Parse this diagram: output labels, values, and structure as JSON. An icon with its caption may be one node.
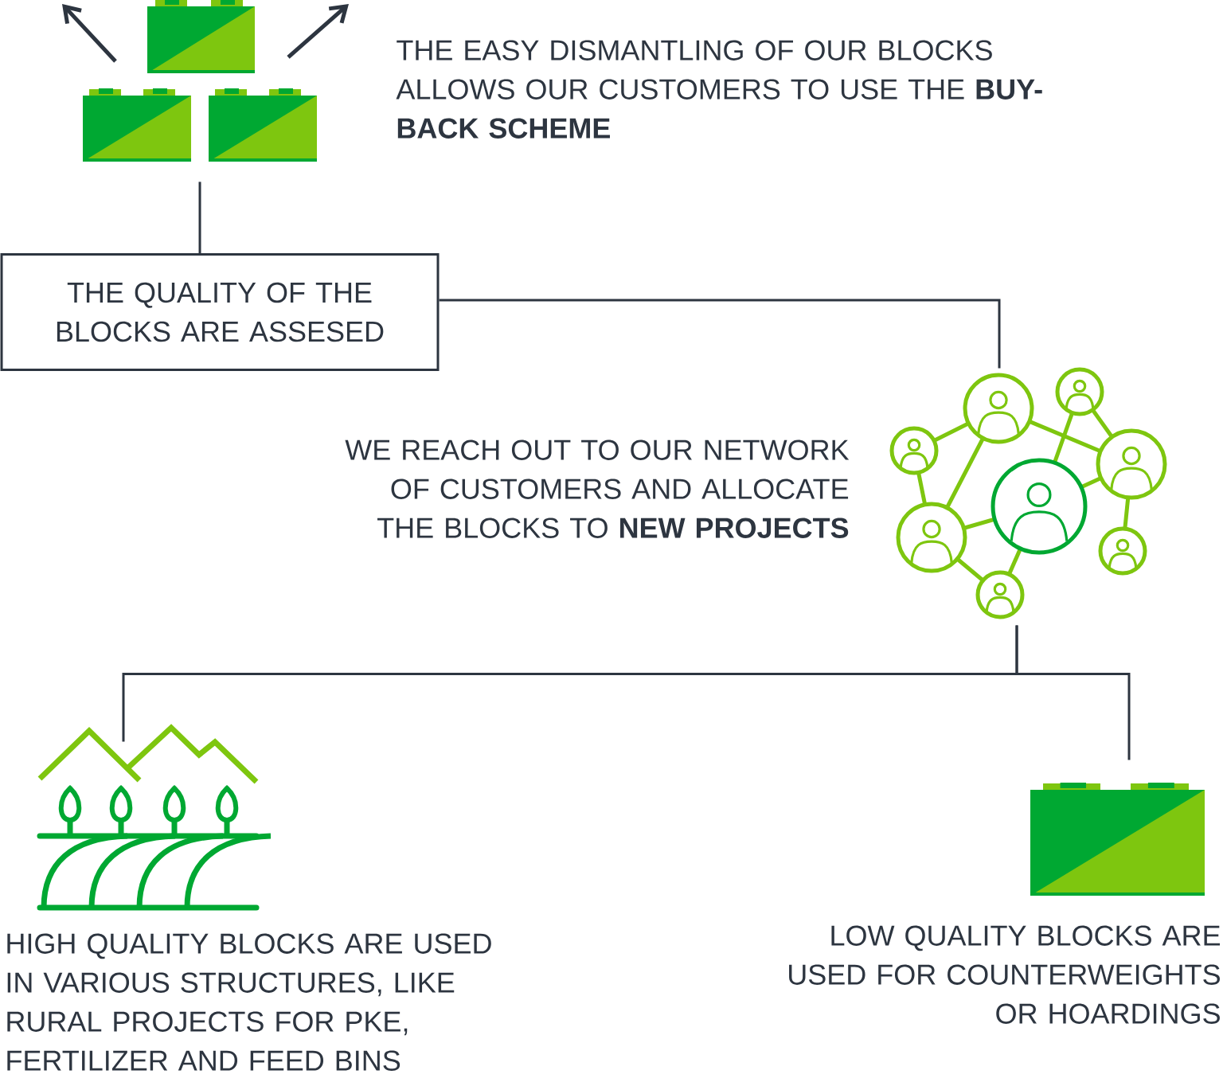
{
  "diagram": {
    "nodes": [
      {
        "text": [],
        "shape": "picture",
        "beside": [
          "THE EASY DISMANTLING OF OUR BLOCKS ALLOWS OUR CUSTOMERS TO USE THE **BUY-BACK SCHEME**"
        ]
      },
      {
        "text": [
          "THE QUALITY OF THE BLOCKS ARE ASSESED"
        ]
      },
      {
        "text": [],
        "shape": "picture",
        "beside": [
          "WE REACH OUT TO OUR NETWORK OF CUSTOMERS AND ALLOCATE THE BLOCKS TO **NEW PROJECTS**"
        ]
      },
      {
        "text": [],
        "shape": "picture",
        "beside": [
          "HIGH QUALITY BLOCKS ARE USED IN VARIOUS STRUCTURES, LIKE RURAL PROJECTS FOR PKE, FERTILIZER AND FEED BINS"
        ]
      },
      {
        "text": [],
        "shape": "picture",
        "beside": [
          "LOW QUALITY BLOCKS ARE USED FOR COUNTERWEIGHTS OR HOARDINGS"
        ]
      }
    ],
    "edges": [
      {
        "from": 0,
        "to": 1,
        "arrow": "none"
      },
      {
        "from": 1,
        "to": 2,
        "arrow": "none"
      },
      {
        "from": 2,
        "to": 3,
        "arrow": "none"
      },
      {
        "from": 2,
        "to": 4,
        "arrow": "none"
      }
    ]
  }
}
